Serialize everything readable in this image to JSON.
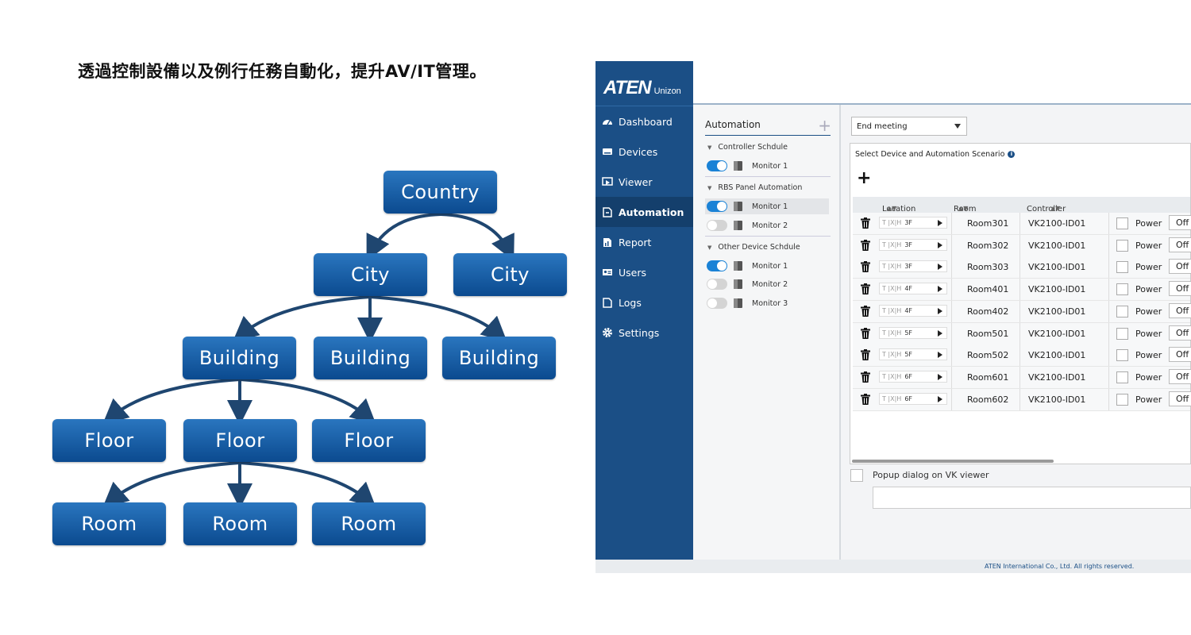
{
  "headline": "透過控制設備以及例行任務自動化，提升AV/IT管理。",
  "hierarchy": {
    "country": "Country",
    "city_1": "City",
    "city_2": "City",
    "building_1": "Building",
    "building_2": "Building",
    "building_3": "Building",
    "floor_1": "Floor",
    "floor_2": "Floor",
    "floor_3": "Floor",
    "room_1": "Room",
    "room_2": "Room",
    "room_3": "Room"
  },
  "app": {
    "logo": {
      "brand": "ATEN",
      "product": "Unizon"
    },
    "nav": [
      {
        "label": "Dashboard",
        "icon": "dashboard-icon"
      },
      {
        "label": "Devices",
        "icon": "devices-icon"
      },
      {
        "label": "Viewer",
        "icon": "viewer-icon"
      },
      {
        "label": "Automation",
        "icon": "automation-icon",
        "active": true
      },
      {
        "label": "Report",
        "icon": "report-icon"
      },
      {
        "label": "Users",
        "icon": "users-icon"
      },
      {
        "label": "Logs",
        "icon": "logs-icon"
      },
      {
        "label": "Settings",
        "icon": "gear-icon"
      }
    ],
    "left_panel": {
      "title": "Automation",
      "groups": [
        {
          "label": "Controller Schdule",
          "items": [
            {
              "label": "Monitor 1",
              "on": true
            }
          ]
        },
        {
          "label": "RBS Panel Automation",
          "items": [
            {
              "label": "Monitor 1",
              "on": true,
              "selected": true
            },
            {
              "label": "Monitor 2",
              "on": false
            }
          ]
        },
        {
          "label": "Other Device Schdule",
          "items": [
            {
              "label": "Monitor 1",
              "on": true
            },
            {
              "label": "Monitor 2",
              "on": false
            },
            {
              "label": "Monitor 3",
              "on": false
            }
          ]
        }
      ]
    },
    "scenario_select": "End meeting",
    "table": {
      "title": "Select Device and Automation Scenario",
      "add_symbol": "+",
      "columns": {
        "location": "Location",
        "room": "Room",
        "controller": "Controller"
      },
      "location_prefix": "T |X|H",
      "rows": [
        {
          "floor": "3F",
          "room": "Room301",
          "controller": "VK2100-ID01",
          "action": "Power",
          "state": "Off"
        },
        {
          "floor": "3F",
          "room": "Room302",
          "controller": "VK2100-ID01",
          "action": "Power",
          "state": "Off"
        },
        {
          "floor": "3F",
          "room": "Room303",
          "controller": "VK2100-ID01",
          "action": "Power",
          "state": "Off"
        },
        {
          "floor": "4F",
          "room": "Room401",
          "controller": "VK2100-ID01",
          "action": "Power",
          "state": "Off"
        },
        {
          "floor": "4F",
          "room": "Room402",
          "controller": "VK2100-ID01",
          "action": "Power",
          "state": "Off"
        },
        {
          "floor": "5F",
          "room": "Room501",
          "controller": "VK2100-ID01",
          "action": "Power",
          "state": "Off"
        },
        {
          "floor": "5F",
          "room": "Room502",
          "controller": "VK2100-ID01",
          "action": "Power",
          "state": "Off"
        },
        {
          "floor": "6F",
          "room": "Room601",
          "controller": "VK2100-ID01",
          "action": "Power",
          "state": "Off"
        },
        {
          "floor": "6F",
          "room": "Room602",
          "controller": "VK2100-ID01",
          "action": "Power",
          "state": "Off"
        }
      ]
    },
    "popup_label": "Popup dialog on VK viewer",
    "footer": "ATEN International Co., Ltd. All rights reserved."
  }
}
